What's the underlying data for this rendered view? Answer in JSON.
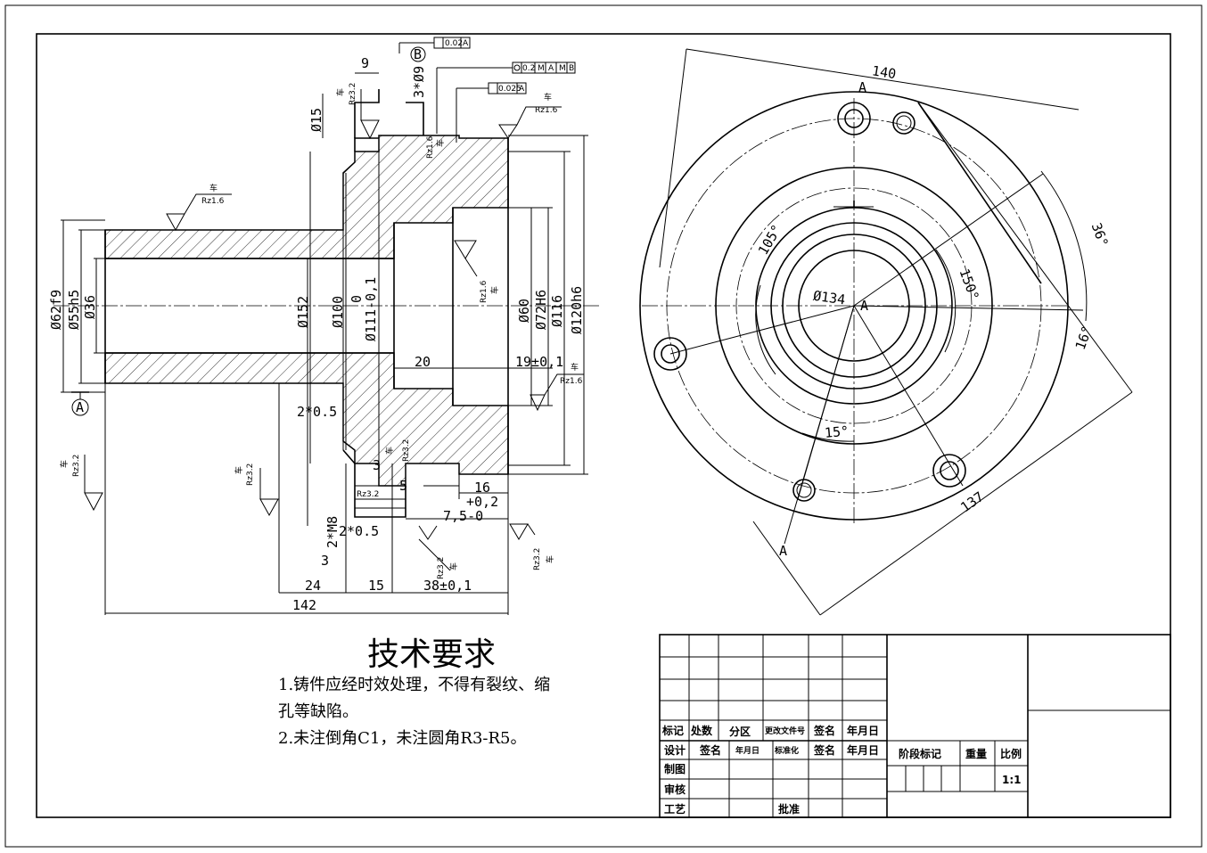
{
  "requirements": {
    "heading": "技术要求",
    "line1": "1.铸件应经时效处理，不得有裂纹、缩",
    "line2": "孔等缺陷。",
    "line3": "2.未注倒角C1，未注圆角R3-R5。"
  },
  "section_view": {
    "dims": {
      "d62": "Ø62f9",
      "d55": "Ø55h5",
      "d36": "Ø36",
      "d152": "Ø152",
      "d100": "Ø100",
      "d111_top": "0",
      "d111": "Ø111-0,1",
      "d60": "Ø60",
      "d72": "Ø72H6",
      "d116": "Ø116",
      "d120": "Ø120h6",
      "d15": "Ø15",
      "nine": "9",
      "holes": "3*Ø9",
      "twenty": "20",
      "nineteen": "19±0,1",
      "chamfer1": "2*0.5",
      "chamfer2": "2*0.5",
      "m8": "2*M8",
      "three_a": "3",
      "three_b": "3",
      "five": "5",
      "sixteen": "16",
      "plus02": "+0,2",
      "seven5": "7,5-0",
      "d24": "24",
      "d15b": "15",
      "d38": "38±0,1",
      "d142": "142"
    },
    "datum_a": "A",
    "datum_b": "B",
    "rough_turn": "车",
    "rough_16": "Rz1.6",
    "rough_32": "Rz3.2",
    "tol1": "0.02",
    "tol1_ref": "A",
    "tol2": "0.025",
    "tol2_ref": "A",
    "tol3": "0.2",
    "tol3_m": "M",
    "tol3_a": "A",
    "tol3_b": "B"
  },
  "plan_view": {
    "d140": "140",
    "d137": "137",
    "d134": "Ø134",
    "a105": "105°",
    "a150": "150°",
    "a36": "36°",
    "a16": "16°",
    "a15": "15°",
    "center": "A",
    "sec_a1": "A",
    "sec_a2": "A"
  },
  "title_block": {
    "r_biaoji": "标记",
    "r_chushu": "处数",
    "r_fenqu": "分区",
    "r_gengai": "更改文件号",
    "r_qianming": "签名",
    "r_nianyueri": "年月日",
    "r_sheji": "设计",
    "r_qianming2": "签名",
    "r_nianyueri2": "年月日",
    "r_biaozhun": "标准化",
    "r_qianming3": "签名",
    "r_nianyueri3": "年月日",
    "r_zhitu": "制图",
    "r_shenhe": "审核",
    "r_gongyi": "工艺",
    "r_pizhun": "批准",
    "r_jieduan": "阶段标记",
    "r_zhongliang": "重量",
    "r_bili": "比例",
    "scale": "1:1"
  }
}
